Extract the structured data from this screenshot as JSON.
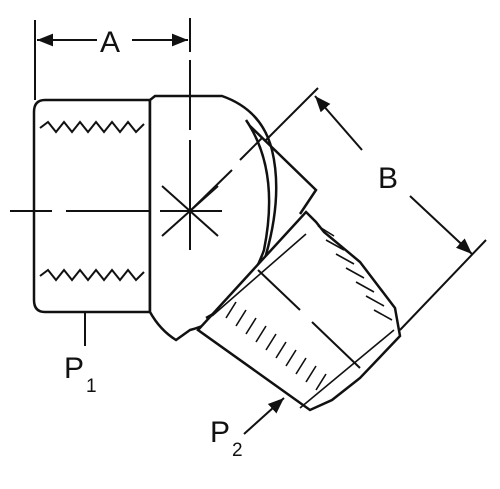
{
  "labels": {
    "a": "A",
    "b": "B",
    "p1_main": "P",
    "p1_sub": "1",
    "p2_main": "P",
    "p2_sub": "2"
  },
  "colors": {
    "ink": "#111111",
    "paper": "#ffffff"
  }
}
